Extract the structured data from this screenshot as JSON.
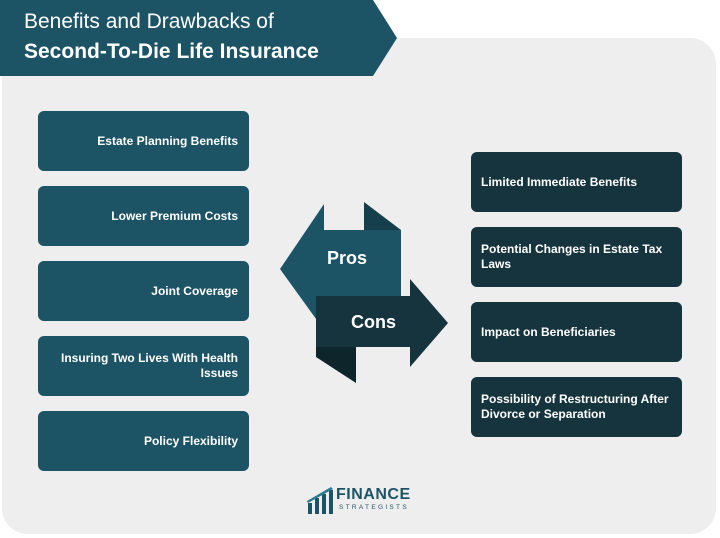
{
  "title": {
    "line1": "Benefits and Drawbacks of",
    "line2": "Second-To-Die Life Insurance"
  },
  "pros": [
    "Estate Planning Benefits",
    "Lower Premium Costs",
    "Joint Coverage",
    "Insuring Two Lives With Health Issues",
    "Policy Flexibility"
  ],
  "cons": [
    "Limited Immediate Benefits",
    "Potential Changes in Estate Tax Laws",
    "Impact on Beneficiaries",
    "Possibility of Restructuring After Divorce or Separation"
  ],
  "arrows": {
    "pros_label": "Pros",
    "cons_label": "Cons"
  },
  "logo": {
    "word": "FINANCE",
    "sub": "STRATEGISTS"
  },
  "colors": {
    "pros": "#1c5466",
    "cons": "#16343e",
    "background": "#eeeeee"
  }
}
